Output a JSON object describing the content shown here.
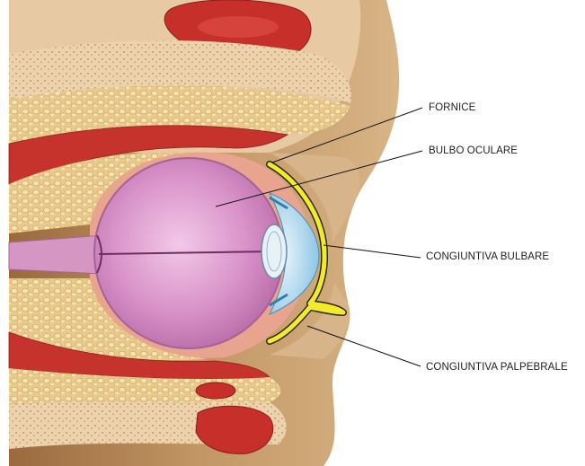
{
  "labels": {
    "fornice": "FORNICE",
    "bulbo_oculare": "BULBO OCULARE",
    "congiuntiva_bulbare": "CONGIUNTIVA BULBARE",
    "congiuntiva_palpebrale": "CONGIUNTIVA PALPEBRALE"
  },
  "colors": {
    "background": "#ffffff",
    "skin": "#c49a6c",
    "skin_dark": "#8a5a32",
    "muscle": "#c8322b",
    "fat": "#f0d79a",
    "bone": "#e8c9a0",
    "eyeball": "#d48fc4",
    "cornea": "#a9d3ea",
    "conjunctiva": "#f2ea2a",
    "leader_line": "#111111"
  }
}
